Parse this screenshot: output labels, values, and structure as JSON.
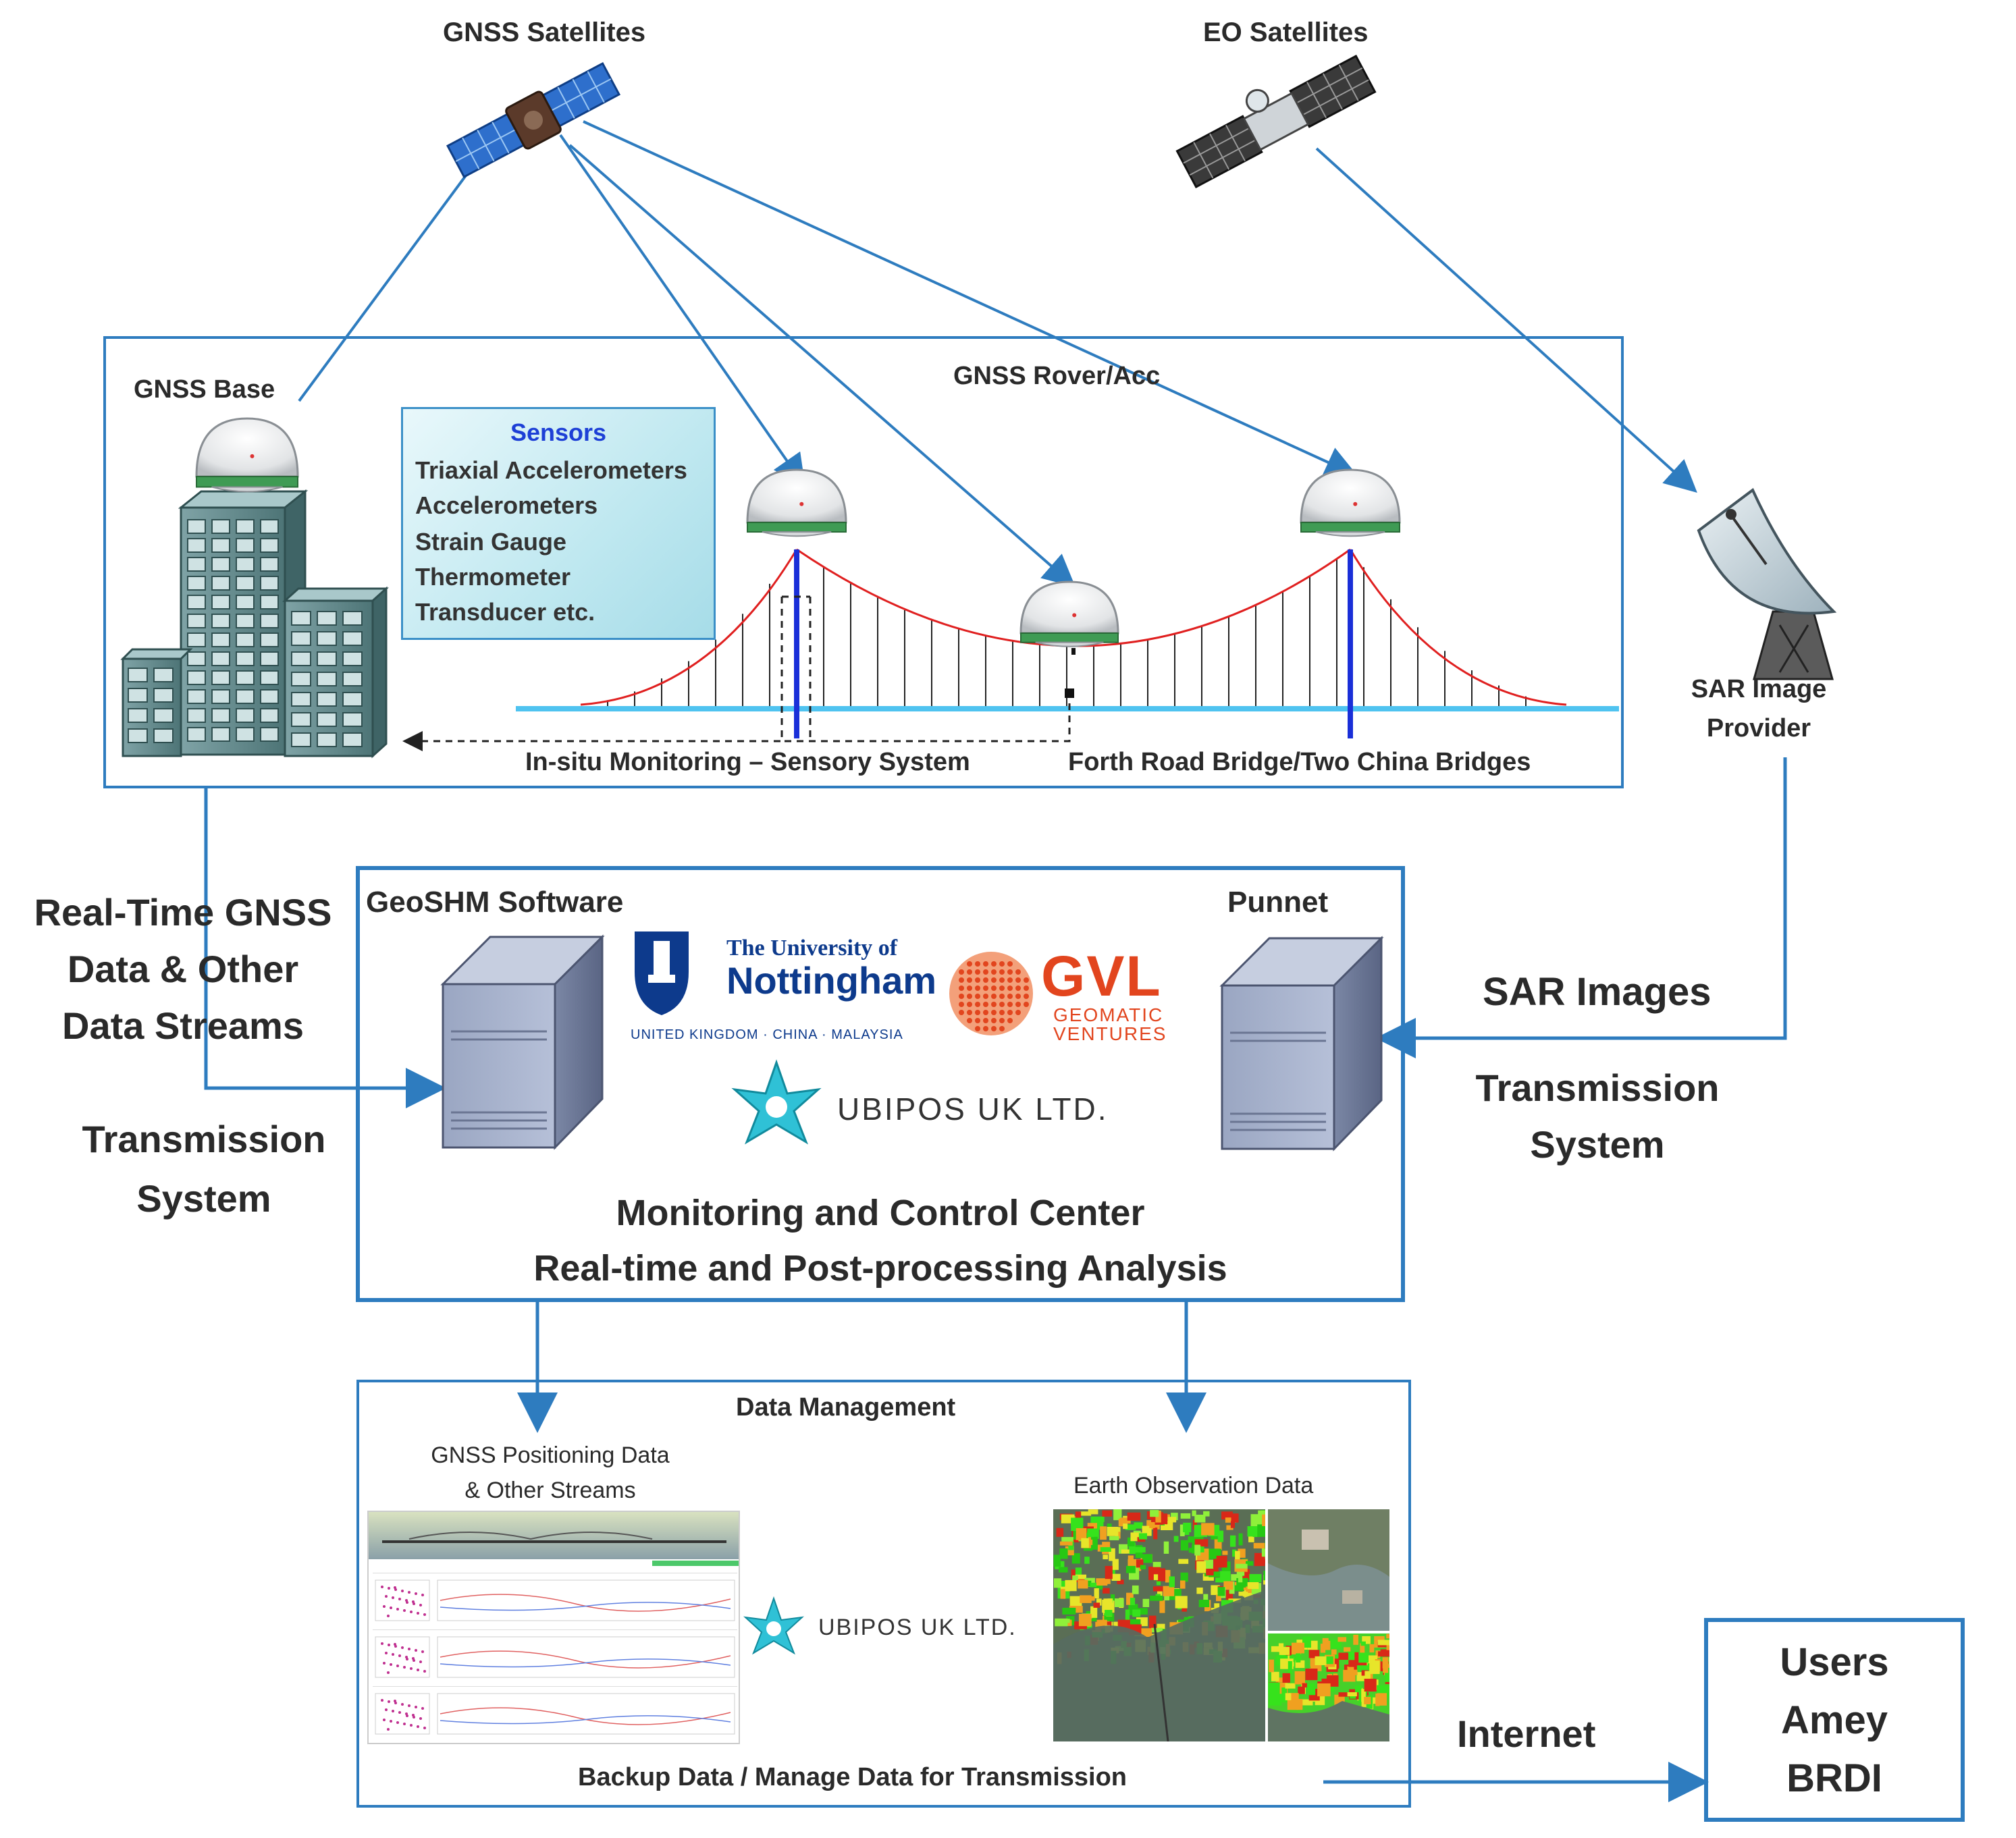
{
  "top": {
    "gnss_satellites": "GNSS Satellites",
    "eo_satellites": "EO Satellites"
  },
  "monitoring": {
    "gnss_base": "GNSS Base",
    "gnss_rover": "GNSS Rover/Acc",
    "sensors_title": "Sensors",
    "sensors": [
      "Triaxial Accelerometers",
      "Accelerometers",
      "Strain Gauge",
      "Thermometer",
      "Transducer etc."
    ],
    "insitu_label": "In-situ Monitoring – Sensory System",
    "bridge_label": "Forth Road Bridge/Two China Bridges"
  },
  "sar": {
    "provider_line1": "SAR Image",
    "provider_line2": "Provider",
    "images_label": "SAR Images",
    "transmission_line1": "Transmission",
    "transmission_line2": "System"
  },
  "left_side": {
    "stream_line1": "Real-Time GNSS",
    "stream_line2": "Data & Other",
    "stream_line3": "Data Streams",
    "transmission_line1": "Transmission",
    "transmission_line2": "System"
  },
  "center": {
    "software": "GeoSHM Software",
    "punnet": "Punnet",
    "uni_line1": "The University of",
    "uni_line2": "Nottingham",
    "uni_line3": "UNITED KINGDOM · CHINA · MALAYSIA",
    "gvl_line1": "GVL",
    "gvl_line2": "GEOMATIC",
    "gvl_line3": "VENTURES",
    "ubipos": "UBIPOS UK LTD.",
    "title_line1": "Monitoring and Control Center",
    "title_line2": "Real-time and Post-processing Analysis"
  },
  "data_management": {
    "title": "Data Management",
    "gnss_data_line1": "GNSS Positioning Data",
    "gnss_data_line2": "& Other Streams",
    "eo_data": "Earth Observation Data",
    "ubipos": "UBIPOS UK LTD.",
    "backup": "Backup Data / Manage Data for Transmission"
  },
  "users": {
    "internet": "Internet",
    "line1": "Users",
    "line2": "Amey",
    "line3": "BRDI"
  },
  "colors": {
    "line_blue": "#2e7cbf",
    "cable_red": "#e02020",
    "deck_blue": "#4fc3f0",
    "tower_blue": "#1a2fd8"
  }
}
